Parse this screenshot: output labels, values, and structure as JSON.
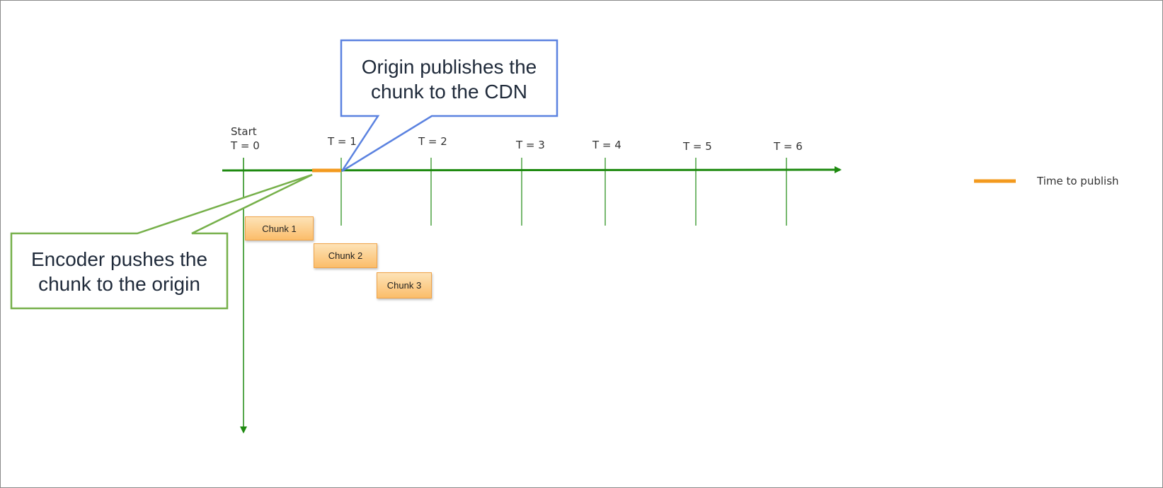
{
  "timeline": {
    "start_label": "Start",
    "ticks": [
      "T = 0",
      "T = 1",
      "T = 2",
      "T = 3",
      "T = 4",
      "T = 5",
      "T = 6"
    ]
  },
  "chunks": [
    "Chunk 1",
    "Chunk 2",
    "Chunk 3"
  ],
  "callouts": {
    "origin": {
      "line1": "Origin publishes the",
      "line2": "chunk to the CDN"
    },
    "encoder": {
      "line1": "Encoder pushes the",
      "line2": "chunk to the origin"
    }
  },
  "legend": {
    "publish_label": "Time to publish"
  },
  "colors": {
    "axis": "#1e8a10",
    "publish": "#f39a1e",
    "origin_callout": "#5b82e0",
    "encoder_callout": "#76b04a",
    "chunk_fill": "#fbbd6a"
  }
}
